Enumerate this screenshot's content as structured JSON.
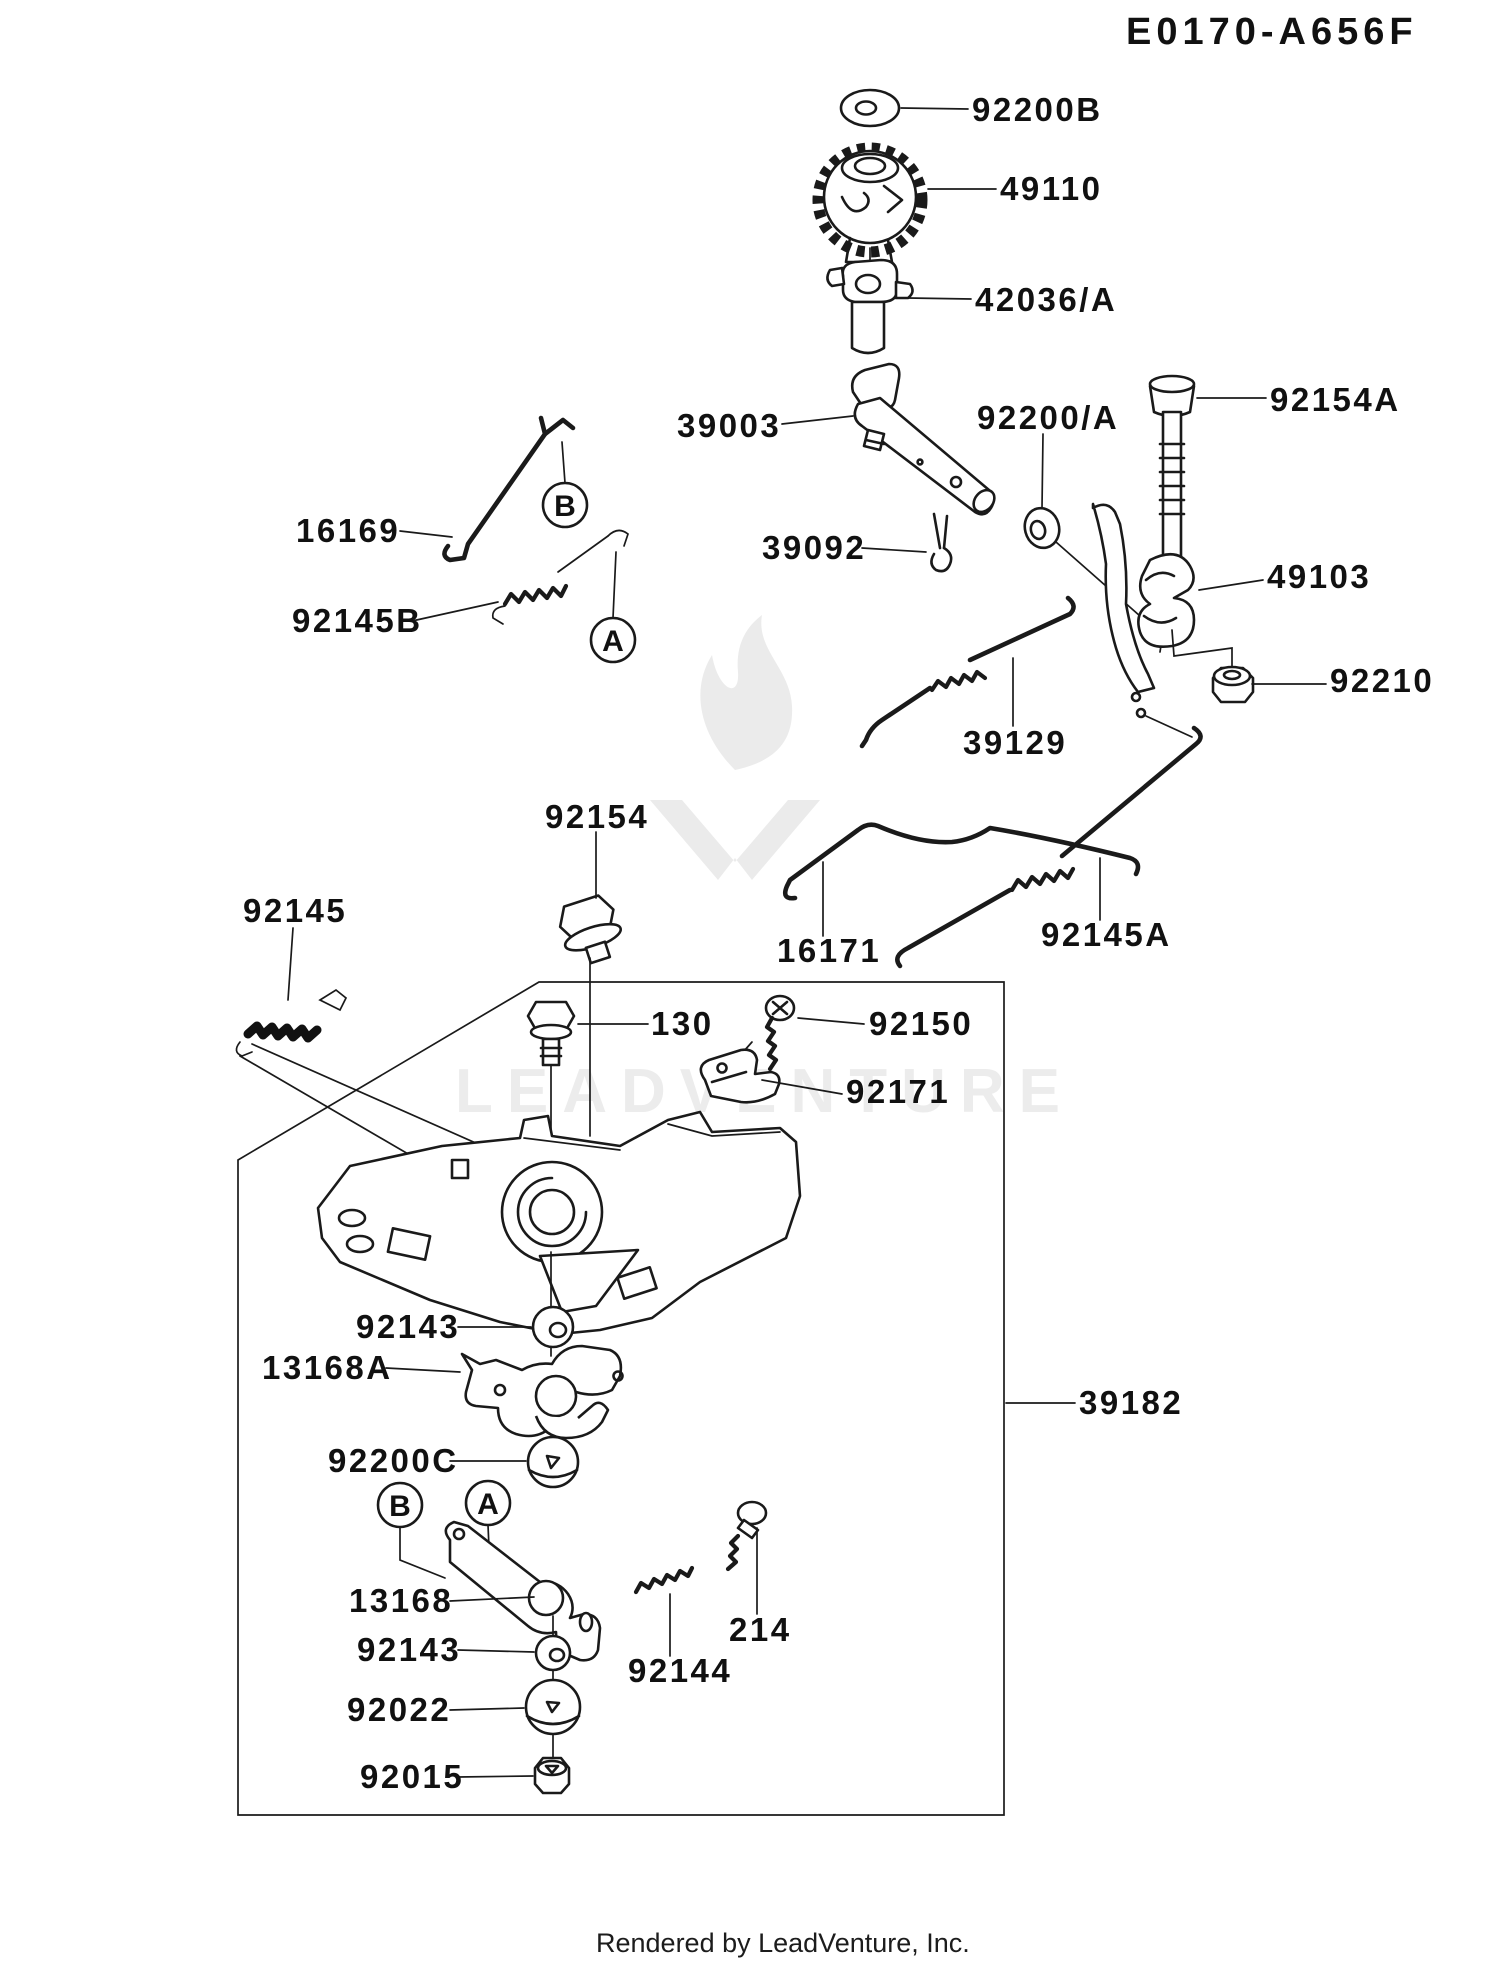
{
  "title": "E0170-A656F",
  "footer": "Rendered by LeadVenture, Inc.",
  "watermark": {
    "text": "LEADVENTURE",
    "icon": "flame-icon"
  },
  "colors": {
    "line": "#1a1a1a",
    "label": "#111111",
    "background": "#ffffff",
    "watermark": "#ececec"
  },
  "diagram": {
    "type": "exploded-parts-diagram",
    "assembly": "engine control equipment"
  },
  "labels": [
    {
      "part": "92200B"
    },
    {
      "part": "49110"
    },
    {
      "part": "42036/A"
    },
    {
      "part": "39003"
    },
    {
      "part": "92200/A"
    },
    {
      "part": "92154A"
    },
    {
      "part": "16169"
    },
    {
      "part": "39092"
    },
    {
      "part": "49103"
    },
    {
      "part": "92145B"
    },
    {
      "part": "92210"
    },
    {
      "part": "39129"
    },
    {
      "part": "92154"
    },
    {
      "part": "92145"
    },
    {
      "part": "16171"
    },
    {
      "part": "92145A"
    },
    {
      "part": "130"
    },
    {
      "part": "92150"
    },
    {
      "part": "92171"
    },
    {
      "part": "92143"
    },
    {
      "part": "13168A"
    },
    {
      "part": "39182"
    },
    {
      "part": "92200C"
    },
    {
      "part": "13168"
    },
    {
      "part": "214"
    },
    {
      "part": "92143"
    },
    {
      "part": "92144"
    },
    {
      "part": "92022"
    },
    {
      "part": "92015"
    }
  ],
  "callouts": [
    {
      "letter": "B"
    },
    {
      "letter": "A"
    },
    {
      "letter": "B"
    },
    {
      "letter": "A"
    }
  ]
}
